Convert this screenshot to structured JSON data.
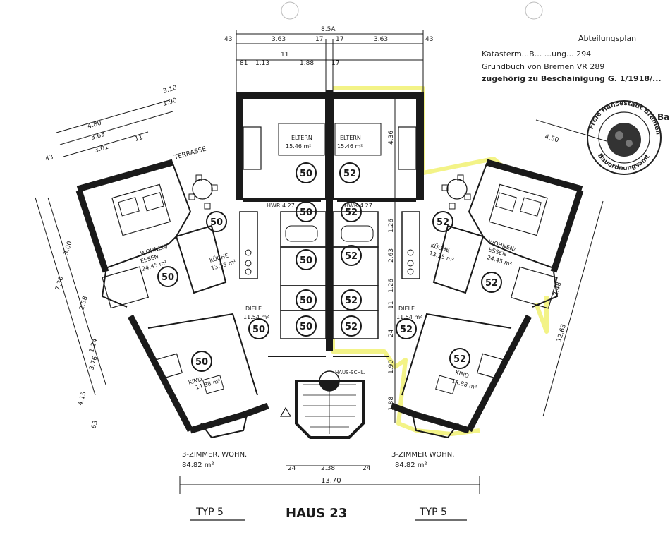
{
  "header": {
    "top_label": "Abteilungsplan",
    "line1": "Katasterm...B... ...ung... 294",
    "line2": "Grundbuch von Bremen VR 289",
    "line3": "zugehörig zu Beschainigung G. 1/1918/..."
  },
  "stamp": {
    "ring_top": "Freie Hansestadt Bremen",
    "ring_bottom": "Bauordnungsamt",
    "corner": "Bau"
  },
  "dimensions": {
    "top_total": "8.5A",
    "top_left": "3.63",
    "top_right": "3.63",
    "top_mid_a": "17",
    "top_mid_b": "17",
    "top_edge_l": "43",
    "top_edge_r": "43",
    "top_sub_a": "81",
    "top_sub_b": "1.13",
    "top_sub_c": "11",
    "top_sub_d": "1.88",
    "top_sub_e": "17",
    "left_a": "4.80",
    "left_b": "3.10",
    "left_c": "3.63",
    "left_d": "1.90",
    "left_e": "3.01",
    "left_f": "43",
    "left_g": "11",
    "left_v1": "7.30",
    "left_v2": "3.00",
    "left_v3": "2.58",
    "left_v4": "3.76",
    "left_v5": "4.15",
    "left_v6": "1.24",
    "left_v7": "63",
    "right_a": "4.50",
    "right_v1": "12.63",
    "right_v2": "2.48",
    "center_v1": "4.36",
    "center_v2": "1.26",
    "center_v3": "2.63",
    "center_v4": "1.26",
    "center_v5": "11",
    "center_v6": "24",
    "center_v7": "1.90",
    "center_v8": "1.88",
    "bottom_mid": "2.38",
    "bottom_l": "24",
    "bottom_r": "24",
    "bottom_total": "13.70"
  },
  "rooms": {
    "terrasse": "TERRASSE",
    "eltern_l": "ELTERN",
    "eltern_l_area": "15.46 m²",
    "eltern_r": "ELTERN",
    "eltern_r_area": "15.46 m²",
    "hwr_l": "HWR 4.27",
    "hwr_r": "HWR 4.27",
    "wohnen_l": "WOHNEN/",
    "essen_l": "ESSEN",
    "wohnen_l_area": "24.45 m²",
    "wohnen_r": "WOHNEN/",
    "essen_r": "ESSEN",
    "wohnen_r_area": "24.45 m²",
    "kueche_l": "KÜCHE",
    "kueche_l_area": "13.55 m²",
    "kueche_r": "KÜCHE",
    "kueche_r_area": "13.55 m²",
    "diele_l": "DIELE",
    "diele_l_area": "11.54 m²",
    "diele_r": "DIELE",
    "diele_r_area": "11.54 m²",
    "kind_l": "KIND",
    "kind_l_area": "14.88 m²",
    "kind_r": "KIND",
    "kind_r_area": "14.88 m²",
    "treppe": "HAUS-SCHL."
  },
  "markers": {
    "left": "50",
    "right": "52"
  },
  "footer": {
    "left_title": "3-ZIMMER. WOHN.",
    "left_area": "84.82 m²",
    "right_title": "3-ZIMMER WOHN.",
    "right_area": "84.82 m²",
    "typ_left": "TYP 5",
    "haus": "HAUS 23",
    "typ_right": "TYP 5"
  },
  "colors": {
    "ink": "#1a1a1a",
    "highlight": "#f2f27a",
    "paper": "#ffffff"
  }
}
